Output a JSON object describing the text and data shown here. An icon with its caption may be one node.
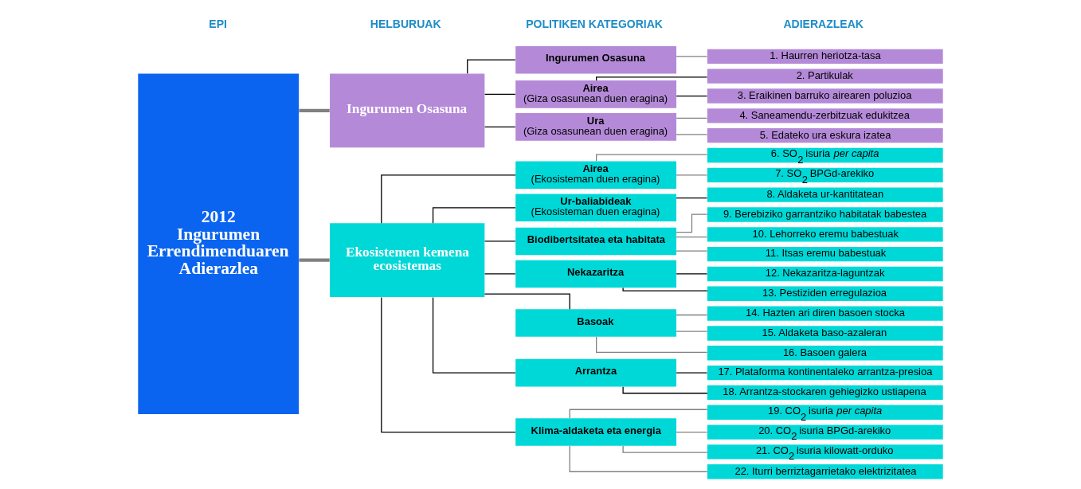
{
  "diagram": {
    "nodes": [
      {
        "text": [
          "2012 Ingurumen Errendimenduaren Adierazlea"
        ]
      },
      {
        "text": [
          "Ingurumen Osasuna"
        ]
      },
      {
        "text": [
          "Ekosistemen kemena ecosistemas"
        ]
      },
      {
        "text": [
          "Ingurumen Osasuna"
        ]
      },
      {
        "text": [
          "Airea",
          "(Giza osasunean duen eragina)"
        ]
      },
      {
        "text": [
          "Ura",
          "(Giza osasunean duen eragina)"
        ]
      },
      {
        "text": [
          "Airea",
          "(Ekosisteman duen eragina)"
        ]
      },
      {
        "text": [
          "Ur-baliabideak",
          "(Ekosisteman duen eragina)"
        ]
      },
      {
        "text": [
          "Biodibertsitatea eta habitata"
        ]
      },
      {
        "text": [
          "Nekazaritza"
        ]
      },
      {
        "text": [
          "Basoak"
        ]
      },
      {
        "text": [
          "Arrantza"
        ]
      },
      {
        "text": [
          "Klima-aldaketa eta energia"
        ]
      },
      {
        "text": [
          "1. Haurren heriotza-tasa"
        ]
      },
      {
        "text": [
          "2. Partikulak"
        ]
      },
      {
        "text": [
          "3. Eraikinen barruko airearen poluzioa"
        ]
      },
      {
        "text": [
          "4. Saneamendu-zerbitzuak edukitzea"
        ]
      },
      {
        "text": [
          "5. Edateko ura eskura izatea"
        ]
      },
      {
        "text": [
          "6. SO$_{2}$ isuria *per capita*"
        ]
      },
      {
        "text": [
          "7. SO$_{2}$ BPGd-arekiko"
        ]
      },
      {
        "text": [
          "8. Aldaketa ur-kantitatean"
        ]
      },
      {
        "text": [
          "9. Berebiziko garrantziko habitatak babestea"
        ]
      },
      {
        "text": [
          "10. Lehorreko eremu babestuak"
        ]
      },
      {
        "text": [
          "11. Itsas eremu babestuak"
        ]
      },
      {
        "text": [
          "12. Nekazaritza-laguntzak"
        ]
      },
      {
        "text": [
          "13. Pestiziden erregulazioa"
        ]
      },
      {
        "text": [
          "14. Hazten ari diren basoen stocka"
        ]
      },
      {
        "text": [
          "15. Aldaketa baso-azaleran"
        ]
      },
      {
        "text": [
          "16. Basoen galera"
        ]
      },
      {
        "text": [
          "17. Plataforma kontinentaleko arrantza-presioa"
        ]
      },
      {
        "text": [
          "18. Arrantza-stockaren gehiegizko ustiapena"
        ]
      },
      {
        "text": [
          "19. CO$_{2}$ isuria *per capita*"
        ]
      },
      {
        "text": [
          "20. CO$_{2}$ isuria BPGd-arekiko"
        ]
      },
      {
        "text": [
          "21. CO$_{2}$ isuria kilowatt-orduko"
        ]
      },
      {
        "text": [
          "22. Iturri berriztagarrietako elektrizitatea"
        ]
      }
    ],
    "edges": [
      {
        "from": 0,
        "to": 1,
        "arrow": "none",
        "style": "thick",
        "color": "#808080"
      },
      {
        "from": 0,
        "to": 2,
        "arrow": "none",
        "style": "thick",
        "color": "#808080"
      },
      {
        "from": 1,
        "to": 3,
        "arrow": "none",
        "color": "#000000"
      },
      {
        "from": 1,
        "to": 4,
        "arrow": "none",
        "color": "#000000"
      },
      {
        "from": 1,
        "to": 5,
        "arrow": "none",
        "color": "#000000"
      },
      {
        "from": 3,
        "to": 13,
        "arrow": "none",
        "color": "#808080"
      },
      {
        "from": 4,
        "to": 14,
        "arrow": "none",
        "color": "#000000"
      },
      {
        "from": 4,
        "to": 15,
        "arrow": "none",
        "color": "#000000"
      },
      {
        "from": 5,
        "to": 16,
        "arrow": "none",
        "color": "#808080"
      },
      {
        "from": 5,
        "to": 17,
        "arrow": "none",
        "color": "#808080"
      },
      {
        "from": 2,
        "to": 6,
        "arrow": "none",
        "color": "#000000"
      },
      {
        "from": 2,
        "to": 7,
        "arrow": "none",
        "color": "#000000"
      },
      {
        "from": 2,
        "to": 8,
        "arrow": "none",
        "color": "#000000"
      },
      {
        "from": 2,
        "to": 9,
        "arrow": "none",
        "color": "#000000"
      },
      {
        "from": 2,
        "to": 10,
        "arrow": "none",
        "color": "#000000"
      },
      {
        "from": 2,
        "to": 11,
        "arrow": "none",
        "color": "#000000"
      },
      {
        "from": 2,
        "to": 12,
        "arrow": "none",
        "color": "#000000"
      },
      {
        "from": 6,
        "to": 18,
        "arrow": "none",
        "color": "#808080"
      },
      {
        "from": 6,
        "to": 19,
        "arrow": "none",
        "color": "#808080"
      },
      {
        "from": 7,
        "to": 20,
        "arrow": "none",
        "color": "#000000"
      },
      {
        "from": 8,
        "to": 21,
        "arrow": "none",
        "color": "#808080"
      },
      {
        "from": 8,
        "to": 22,
        "arrow": "none",
        "color": "#808080"
      },
      {
        "from": 8,
        "to": 23,
        "arrow": "none",
        "color": "#808080"
      },
      {
        "from": 9,
        "to": 24,
        "arrow": "none",
        "color": "#000000"
      },
      {
        "from": 9,
        "to": 25,
        "arrow": "none",
        "color": "#000000"
      },
      {
        "from": 10,
        "to": 26,
        "arrow": "none",
        "color": "#808080"
      },
      {
        "from": 10,
        "to": 27,
        "arrow": "none",
        "color": "#808080"
      },
      {
        "from": 10,
        "to": 28,
        "arrow": "none",
        "color": "#808080"
      },
      {
        "from": 11,
        "to": 29,
        "arrow": "none",
        "color": "#000000"
      },
      {
        "from": 11,
        "to": 30,
        "arrow": "none",
        "color": "#000000"
      },
      {
        "from": 12,
        "to": 31,
        "arrow": "none",
        "color": "#808080"
      },
      {
        "from": 12,
        "to": 32,
        "arrow": "none",
        "color": "#808080"
      },
      {
        "from": 12,
        "to": 33,
        "arrow": "none",
        "color": "#808080"
      },
      {
        "from": 12,
        "to": 34,
        "arrow": "none",
        "color": "#808080"
      }
    ],
    "labels": [
      "EPI",
      "HELBURUAK",
      "POLITIKEN KATEGORIAK",
      "ADIERAZLEAK"
    ]
  }
}
